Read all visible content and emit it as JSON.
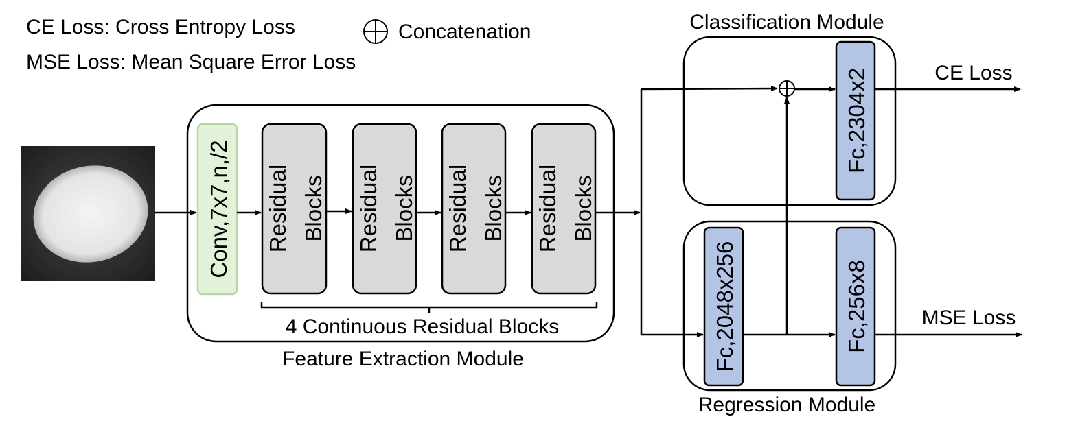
{
  "legend": {
    "ce": "CE Loss: Cross Entropy Loss",
    "mse": "MSE Loss: Mean Square Error Loss",
    "concat": "Concatenation"
  },
  "feature_module": {
    "label": "Feature Extraction Module",
    "conv_label": "Conv,7x7,n,/2",
    "residual_label_line1": "Residual",
    "residual_label_line2": "Blocks",
    "brace_label": "4 Continuous Residual Blocks"
  },
  "classification_module": {
    "label": "Classification Module",
    "fc_label": "Fc,2304x2",
    "output": "CE Loss"
  },
  "regression_module": {
    "label": "Regression Module",
    "fc1_label": "Fc,2048x256",
    "fc2_label": "Fc,256x8",
    "output": "MSE Loss"
  },
  "colors": {
    "conv_fill": "#e3f1d9",
    "conv_stroke": "#b3d7a3",
    "residual_fill": "#d9d9d9",
    "fc_fill": "#b4c4e4",
    "stroke": "#000000",
    "image_bg": "#2b2b2b",
    "image_blob": "#ededed"
  },
  "input_image": {
    "icon": "ct-scan-image"
  }
}
